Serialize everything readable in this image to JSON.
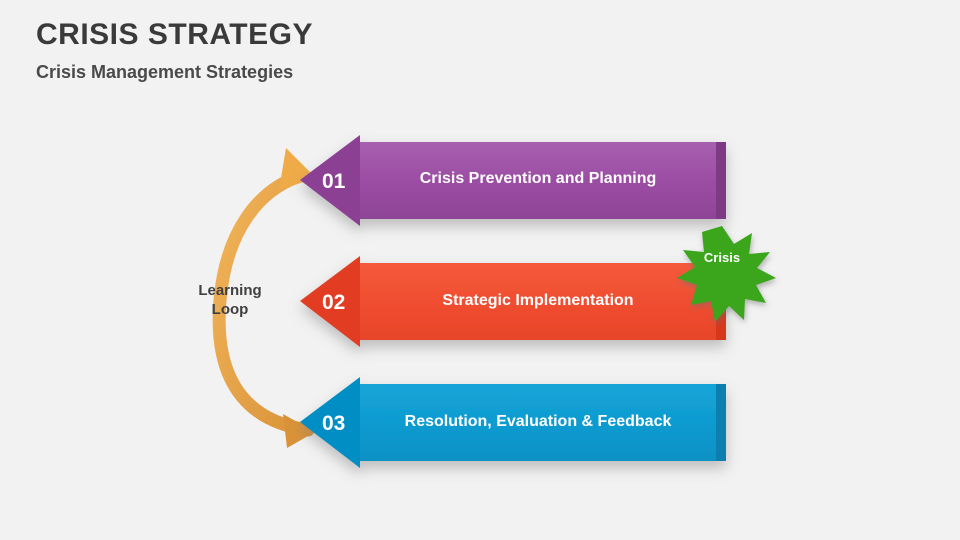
{
  "header": {
    "title": "CRISIS STRATEGY",
    "subtitle": "Crisis Management Strategies"
  },
  "diagram": {
    "loop_label_line1": "Learning",
    "loop_label_line2": "Loop",
    "burst_label": "Crisis",
    "steps": [
      {
        "number": "01",
        "label": "Crisis Prevention and Planning",
        "color": "#9b4ea3",
        "arrow_color": "#8c3f94",
        "cap_color": "#7d3a86"
      },
      {
        "number": "02",
        "label": "Strategic Implementation",
        "color": "#f04e30",
        "arrow_color": "#e23d20",
        "cap_color": "#d6371b"
      },
      {
        "number": "03",
        "label": "Resolution, Evaluation & Feedback",
        "color": "#0f9bd0",
        "arrow_color": "#058ec4",
        "cap_color": "#0b7ead"
      }
    ],
    "colors": {
      "background": "#f2f2f2",
      "loop_arrow": "#efab48",
      "loop_arrow_dark": "#d69138",
      "burst": "#3aa61a",
      "title": "#3a3a3a"
    }
  }
}
